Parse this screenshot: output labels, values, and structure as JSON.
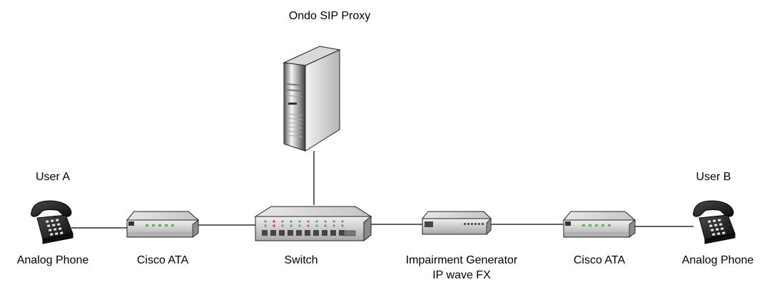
{
  "labels": {
    "proxy": "Ondo SIP Proxy",
    "user_a": "User A",
    "user_b": "User B",
    "phone_a": "Analog Phone",
    "ata_a": "Cisco ATA",
    "switch": "Switch",
    "impairment_line1": "Impairment Generator",
    "impairment_line2": "IP wave FX",
    "ata_b": "Cisco ATA",
    "phone_b": "Analog Phone"
  },
  "colors": {
    "line": "#000000",
    "led_green": "#33cc33",
    "led_red": "#dd3333",
    "device_light": "#e6e6e6",
    "device_mid": "#bdbdbd",
    "device_dark": "#555555"
  },
  "icons": [
    "phone-icon",
    "cisco-ata-icon",
    "server-icon",
    "switch-icon",
    "impairment-generator-icon"
  ]
}
